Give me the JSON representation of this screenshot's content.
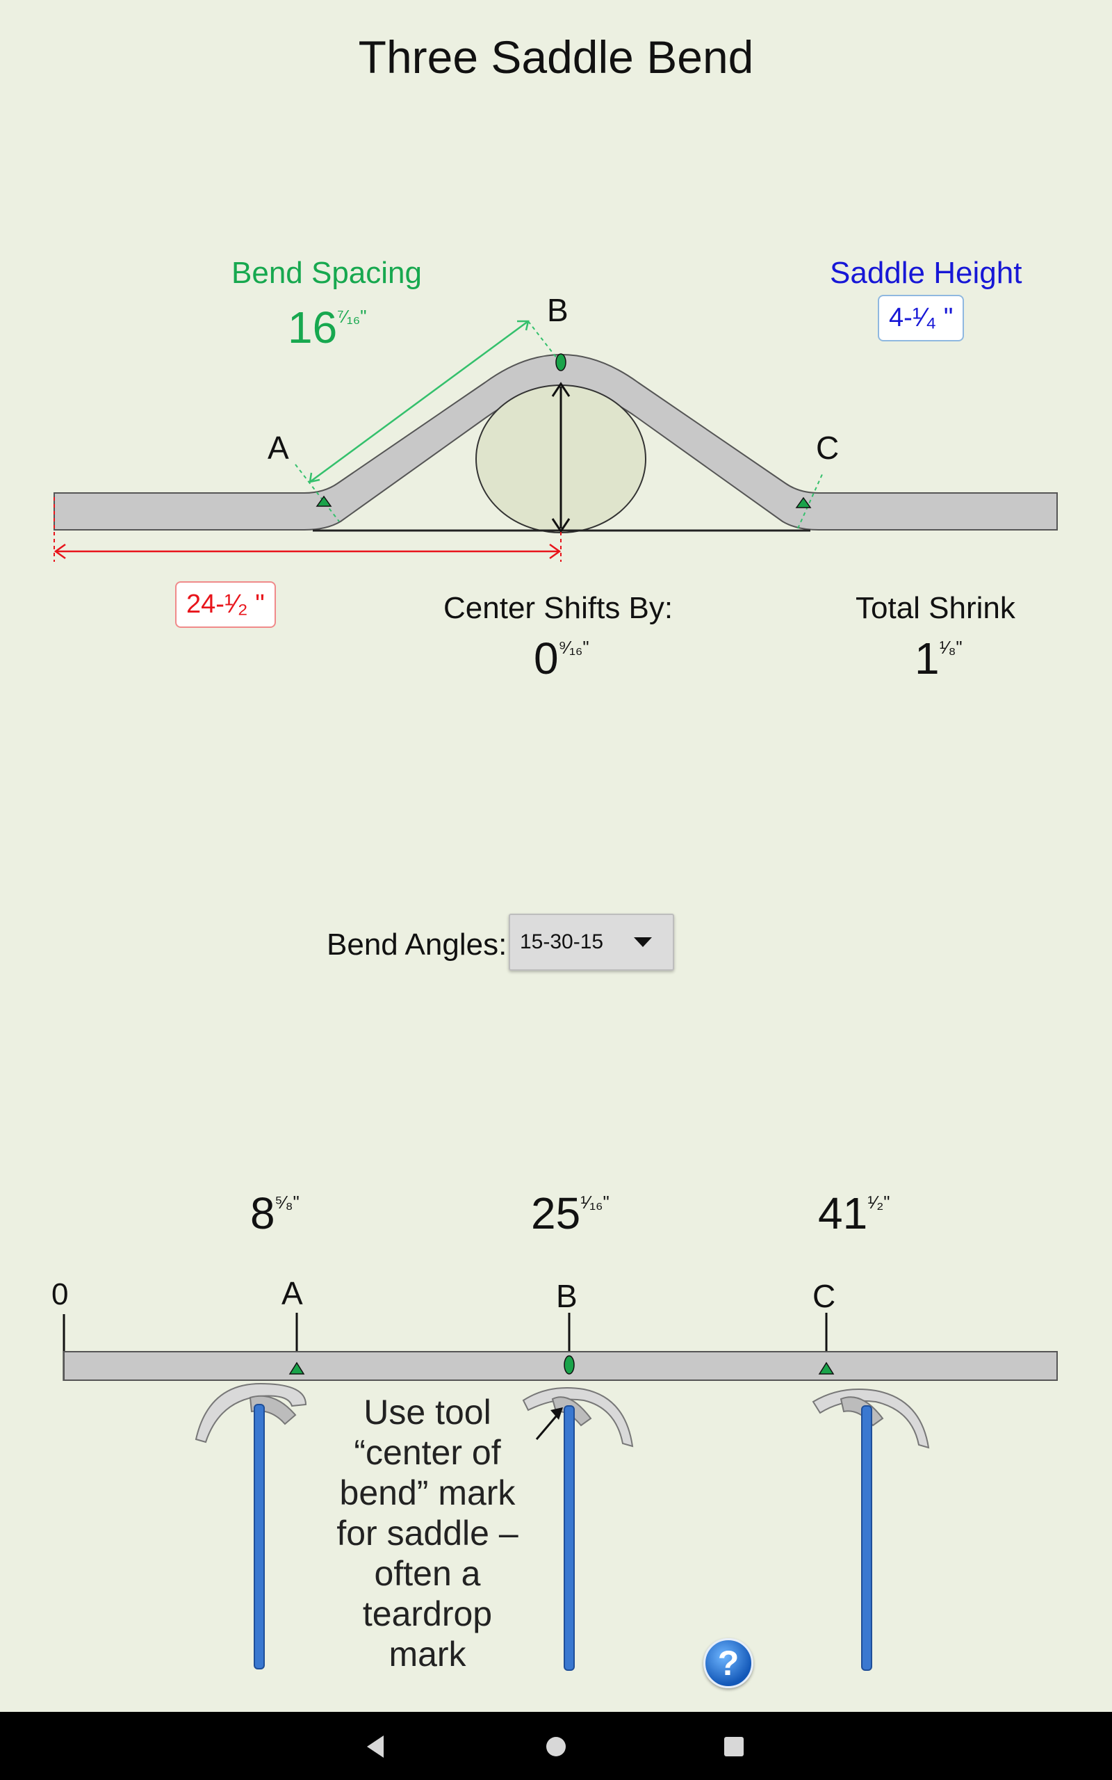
{
  "title": "Three Saddle Bend",
  "bend_spacing": {
    "label": "Bend Spacing",
    "whole": "16",
    "fraction": "⁷⁄₁₆\""
  },
  "saddle_height": {
    "label": "Saddle Height",
    "value": "4-¹⁄₄ \""
  },
  "center_distance": {
    "value": "24-¹⁄₂ \""
  },
  "center_shifts": {
    "label": "Center Shifts By:",
    "whole": "0",
    "fraction": "⁹⁄₁₆\""
  },
  "total_shrink": {
    "label": "Total Shrink",
    "whole": "1",
    "fraction": "¹⁄₈\""
  },
  "bend_angles": {
    "label": "Bend Angles:",
    "selected": "15-30-15"
  },
  "marks": [
    {
      "letter": "A",
      "whole": "8",
      "fraction": "⁵⁄₈\""
    },
    {
      "letter": "B",
      "whole": "25",
      "fraction": "¹⁄₁₆\""
    },
    {
      "letter": "C",
      "whole": "41",
      "fraction": "¹⁄₂\""
    }
  ],
  "ruler_zero": "0",
  "diagram_letters": {
    "a": "A",
    "b": "B",
    "c": "C"
  },
  "tool_note": [
    "Use tool",
    "“center of",
    "bend” mark",
    "for saddle –",
    "often a",
    "teardrop",
    "mark"
  ],
  "help_icon": "?",
  "nav": {
    "back": "back-icon",
    "home": "home-icon",
    "recents": "recents-icon"
  },
  "colors": {
    "background": "#ecf0e1",
    "spacing": "#17a84f",
    "height": "#1717d6",
    "distance": "#e8141b",
    "conduit": "#c8c8c8",
    "tool_handle": "#3a78d0"
  }
}
